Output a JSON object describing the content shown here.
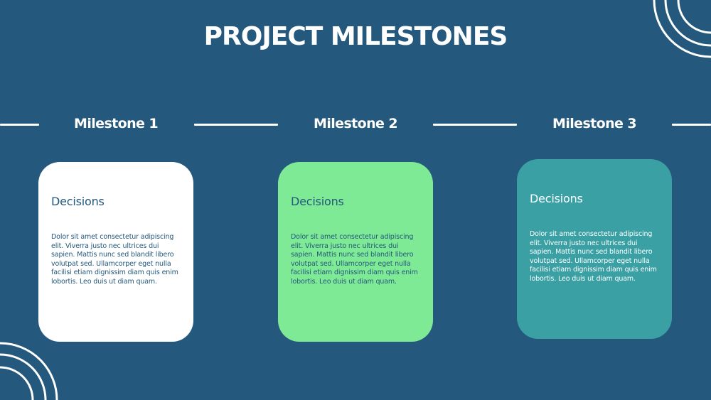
{
  "slide": {
    "title": "PROJECT MILESTONES",
    "colors": {
      "background": "#24587c",
      "card_1": "#ffffff",
      "card_2": "#7eea95",
      "card_3": "#3aa0a3",
      "dark_text": "#24587c",
      "light_text": "#ffffff"
    },
    "milestones": [
      {
        "label": "Milestone 1",
        "heading": "Decisions",
        "body": "Dolor sit amet consectetur adipiscing elit. Viverra justo nec ultrices dui sapien. Mattis nunc sed blandit libero volutpat sed. Ullamcorper eget nulla facilisi etiam dignissim diam quis enim lobortis. Leo duis ut diam quam."
      },
      {
        "label": "Milestone 2",
        "heading": "Decisions",
        "body": "Dolor sit amet consectetur adipiscing elit. Viverra justo nec ultrices dui sapien. Mattis nunc sed blandit libero volutpat sed. Ullamcorper eget nulla facilisi etiam dignissim diam quis enim lobortis. Leo duis ut diam quam."
      },
      {
        "label": "Milestone 3",
        "heading": "Decisions",
        "body": "Dolor sit amet consectetur adipiscing elit. Viverra justo nec ultrices dui sapien. Mattis nunc sed blandit libero volutpat sed. Ullamcorper eget nulla facilisi etiam dignissim diam quis enim lobortis. Leo duis ut diam quam."
      }
    ]
  }
}
